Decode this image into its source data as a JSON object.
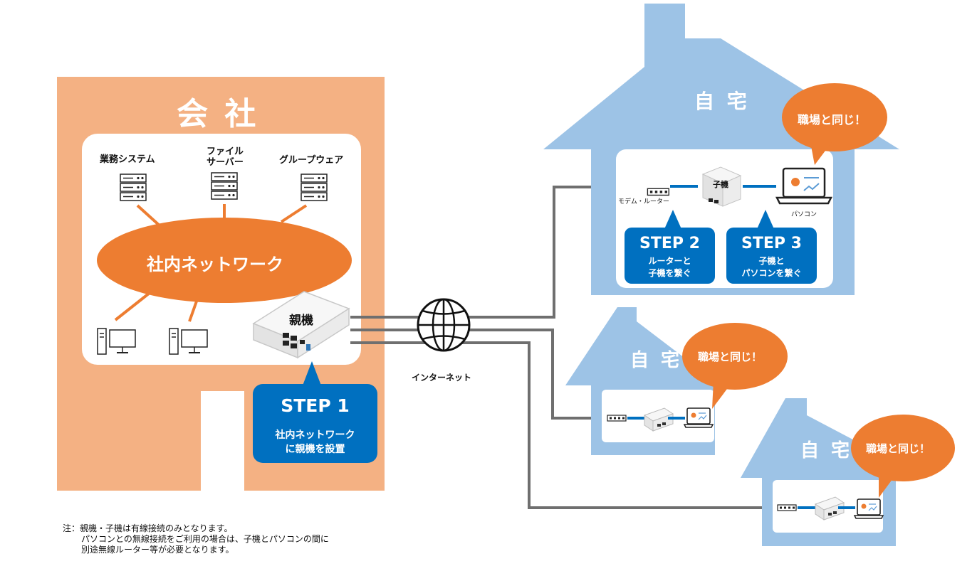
{
  "office": {
    "title": "会 社",
    "systems": [
      "業務システム",
      "ファイル\nサーバー",
      "グループウェア"
    ],
    "network_label": "社内ネットワーク",
    "parent_device_label": "親機",
    "step": {
      "title": "STEP 1",
      "desc_line1": "社内ネットワーク",
      "desc_line2": "に親機を設置"
    }
  },
  "internet_label": "インターネット",
  "home_main": {
    "title": "自 宅",
    "bubble": "職場と同じ！",
    "modem_label": "モデム・ルーター",
    "child_label": "子機",
    "pc_label": "パソコン",
    "step2": {
      "title": "STEP 2",
      "line1": "ルーターと",
      "line2": "子機を繋ぐ"
    },
    "step3": {
      "title": "STEP 3",
      "line1": "子機と",
      "line2": "パソコンを繋ぐ"
    }
  },
  "home_2": {
    "title": "自 宅",
    "bubble": "職場と同じ！"
  },
  "home_3": {
    "title": "自 宅",
    "bubble": "職場と同じ！"
  },
  "note": {
    "line1": "注：親機・子機は有線接続のみとなります。",
    "line2": "パソコンとの無線接続をご利用の場合は、子機とパソコンの間に",
    "line3": "別途無線ルーター等が必要となります。"
  },
  "colors": {
    "office_bg": "#f4b183",
    "orange": "#ed7d31",
    "home_blue": "#9dc3e6",
    "step_blue": "#0070c0",
    "line_gray": "#6f6f6f"
  }
}
